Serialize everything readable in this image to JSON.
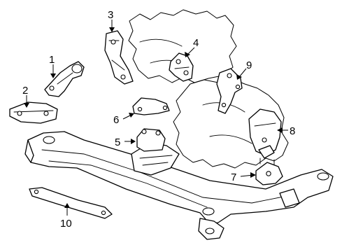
{
  "callouts": [
    {
      "label": "1"
    },
    {
      "label": "2"
    },
    {
      "label": "3"
    },
    {
      "label": "4"
    },
    {
      "label": "5"
    },
    {
      "label": "6"
    },
    {
      "label": "7"
    },
    {
      "label": "8"
    },
    {
      "label": "9"
    },
    {
      "label": "10"
    }
  ],
  "colors": {
    "line": "#000000",
    "background": "#ffffff"
  }
}
